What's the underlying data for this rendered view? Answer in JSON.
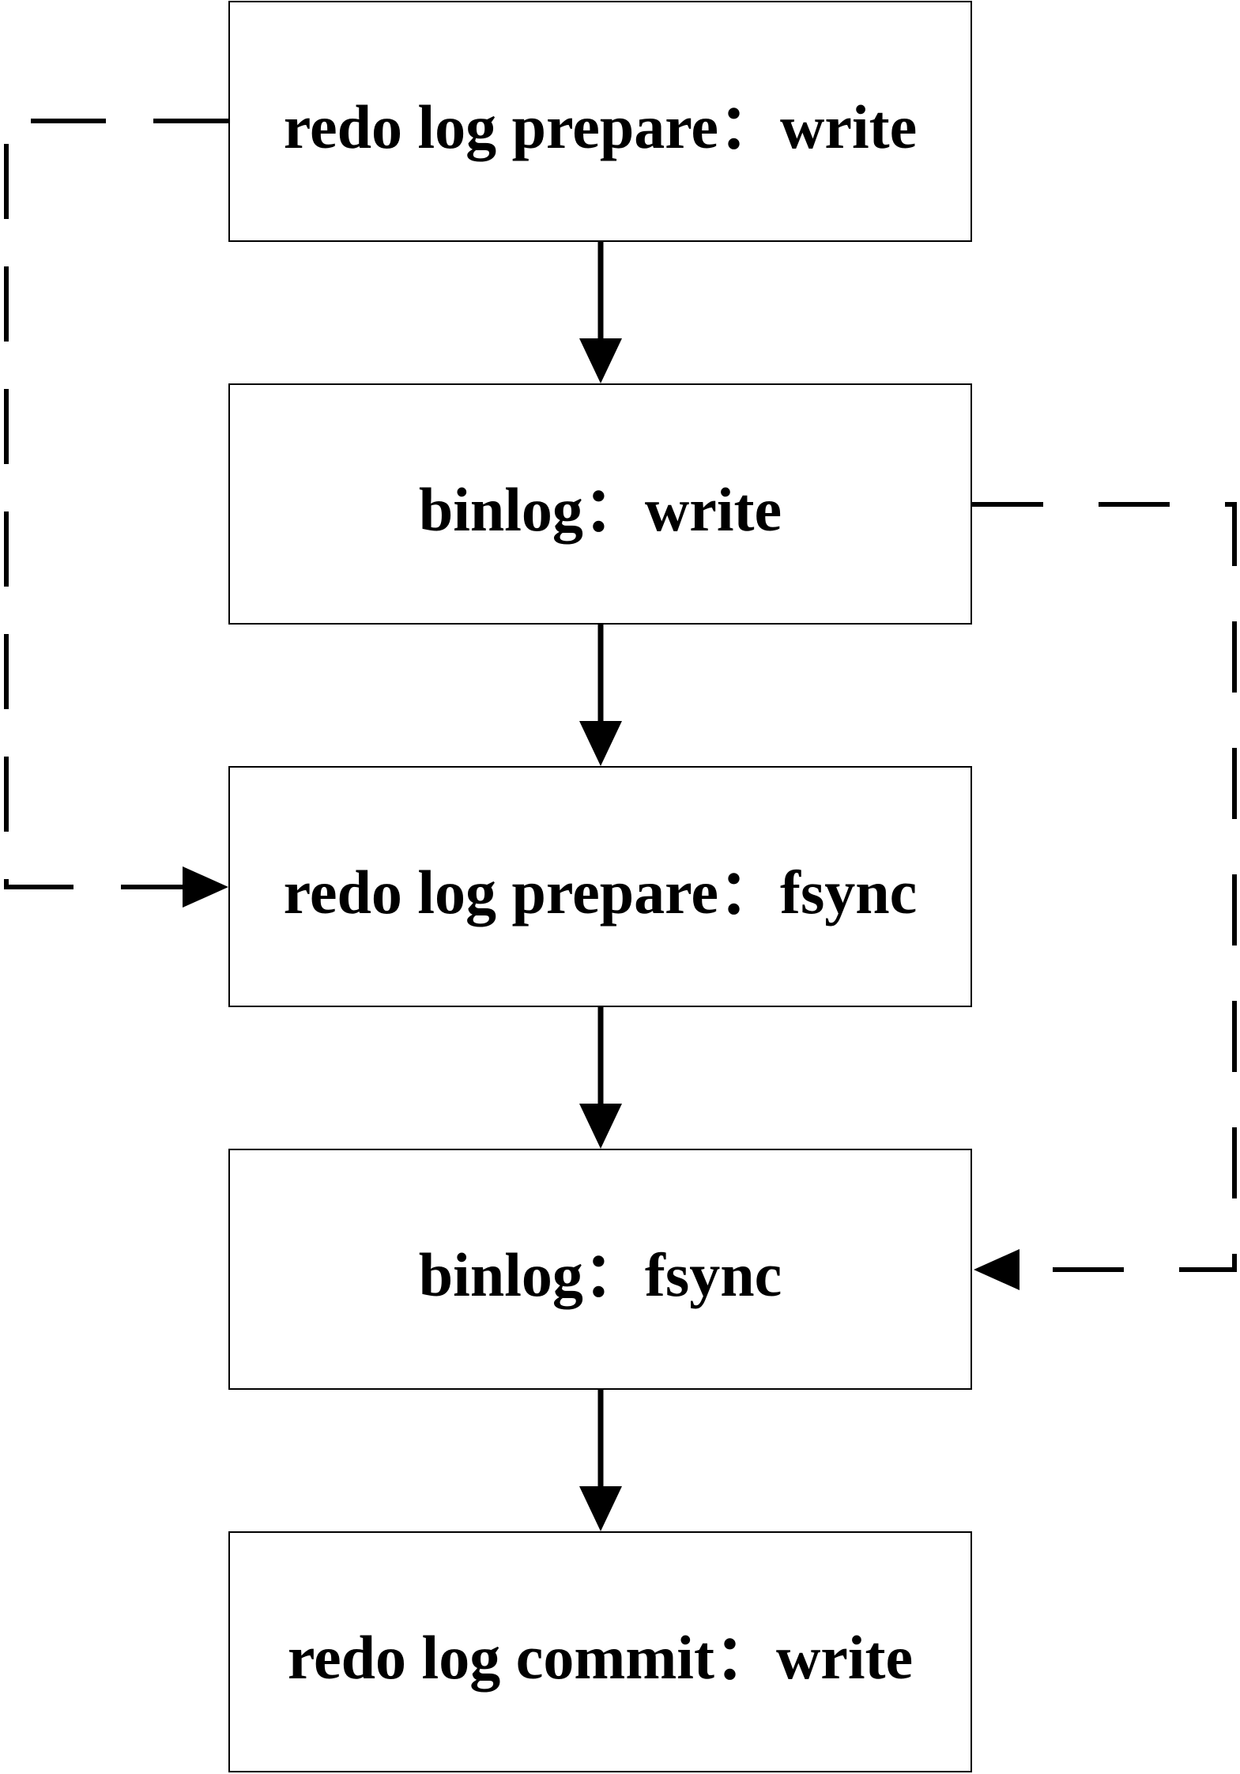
{
  "diagram": {
    "steps": [
      {
        "label": "redo log prepare：write"
      },
      {
        "label": "binlog：write"
      },
      {
        "label": "redo log prepare：fsync"
      },
      {
        "label": "binlog：fsync"
      },
      {
        "label": "redo log commit：write"
      }
    ],
    "solid_arrows": [
      {
        "from": 0,
        "to": 1
      },
      {
        "from": 1,
        "to": 2
      },
      {
        "from": 2,
        "to": 3
      },
      {
        "from": 3,
        "to": 4
      }
    ],
    "dashed_arrows": [
      {
        "from": 0,
        "to": 2,
        "side": "left"
      },
      {
        "from": 1,
        "to": 3,
        "side": "right"
      }
    ],
    "colors": {
      "line": "#000000",
      "background": "#ffffff"
    }
  }
}
